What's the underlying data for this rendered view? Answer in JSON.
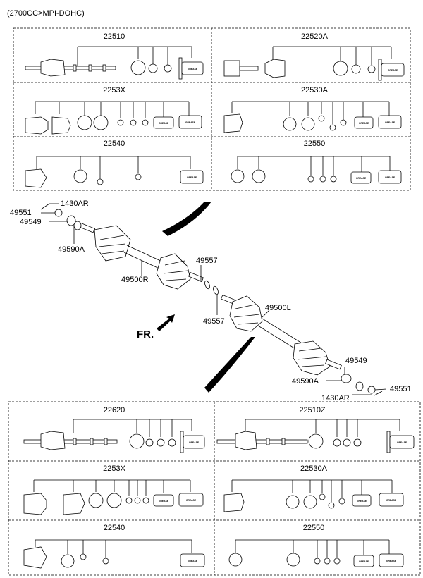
{
  "header": "(2700CC>MPI-DOHC)",
  "grease_text": "GREASE",
  "fr_label": "FR.",
  "top_panels": [
    {
      "label": "22510"
    },
    {
      "label": "22520A"
    },
    {
      "label": "2253X"
    },
    {
      "label": "22530A"
    },
    {
      "label": "22540"
    },
    {
      "label": "22550"
    }
  ],
  "bottom_panels": [
    {
      "label": "22620"
    },
    {
      "label": "22510Z"
    },
    {
      "label": "2253X"
    },
    {
      "label": "22530A"
    },
    {
      "label": "22540"
    },
    {
      "label": "22550"
    }
  ],
  "callouts": {
    "c1430ar_top": "1430AR",
    "c49551_top": "49551",
    "c49549_top": "49549",
    "c49590a_top": "49590A",
    "c49500r": "49500R",
    "c49557_a": "49557",
    "c49557_b": "49557",
    "c49500l": "49500L",
    "c49549_bot": "49549",
    "c49590a_bot": "49590A",
    "c49551_bot": "49551",
    "c1430ar_bot": "1430AR"
  }
}
